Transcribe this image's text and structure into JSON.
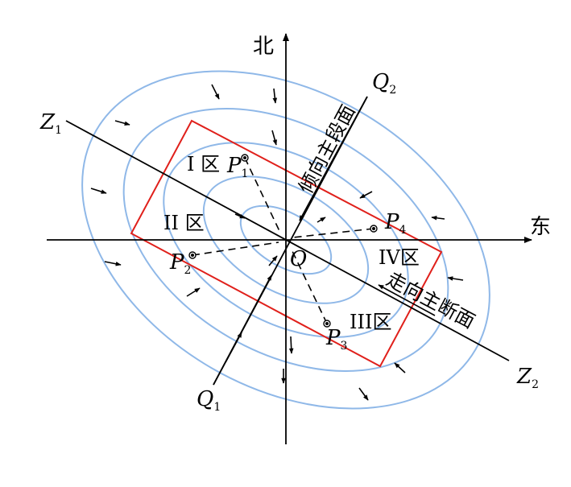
{
  "axes": {
    "north": "北",
    "east": "东",
    "origin": "O"
  },
  "sections": {
    "strike_label": "走向主断面",
    "dip_label": "倾向主段面"
  },
  "line_ends": {
    "z1": {
      "main": "Z",
      "sub": "1"
    },
    "z2": {
      "main": "Z",
      "sub": "2"
    },
    "q1": {
      "main": "Q",
      "sub": "1"
    },
    "q2": {
      "main": "Q",
      "sub": "2"
    }
  },
  "zones": {
    "z1": "I 区",
    "z2": "II 区",
    "z3": "III区",
    "z4": "IV区"
  },
  "points": {
    "p1": {
      "main": "P",
      "sub": "1"
    },
    "p2": {
      "main": "P",
      "sub": "2"
    },
    "p3": {
      "main": "P",
      "sub": "3"
    },
    "p4": {
      "main": "P",
      "sub": "4"
    }
  },
  "colors": {
    "contour": "#8fb8e8",
    "rectangle": "#e0201b",
    "ink": "#000000"
  }
}
